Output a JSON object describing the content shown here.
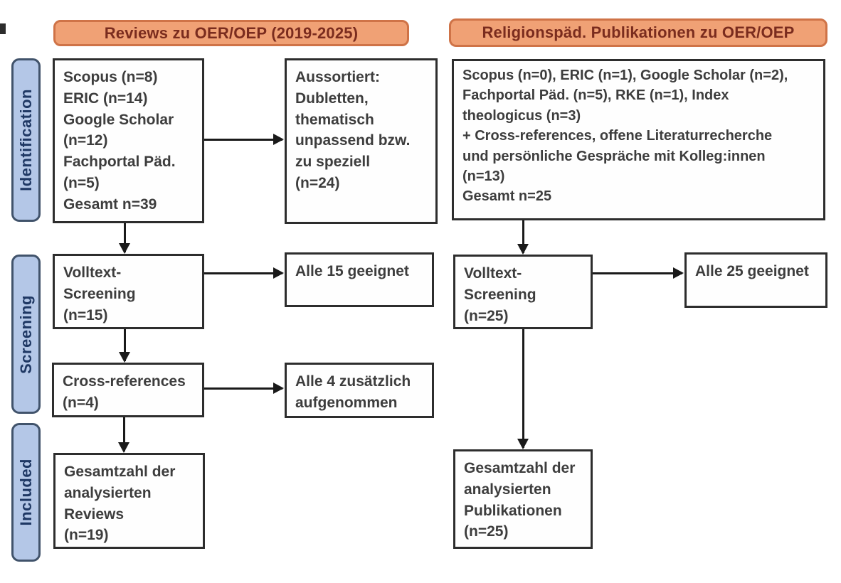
{
  "stages": {
    "identification": "Identification",
    "screening": "Screening",
    "included": "Included"
  },
  "columns": {
    "left": {
      "header": "Reviews zu OER/OEP (2019-2025)",
      "sources": "Scopus (n=8)\nERIC (n=14)\nGoogle Scholar\n(n=12)\nFachportal Päd.\n(n=5)\nGesamt n=39",
      "excluded": "Aussortiert:\nDubletten,\nthematisch\nunpassend bzw.\nzu speziell\n(n=24)",
      "fulltext": "Volltext-\nScreening\n(n=15)",
      "fulltext_result": "Alle 15 geeignet",
      "crossref": "Cross-references\n(n=4)",
      "crossref_result": "Alle 4 zusätzlich\naufgenommen",
      "total": "Gesamtzahl der\nanalysierten\nReviews\n(n=19)"
    },
    "right": {
      "header": "Religionspäd. Publikationen zu OER/OEP",
      "sources": "Scopus (n=0), ERIC (n=1), Google Scholar (n=2),\nFachportal Päd. (n=5), RKE (n=1), Index\ntheologicus (n=3)\n+ Cross-references, offene Literaturrecherche\nund persönliche Gespräche mit Kolleg:innen\n(n=13)\nGesamt n=25",
      "fulltext": "Volltext-\nScreening\n(n=25)",
      "fulltext_result": "Alle 25 geeignet",
      "total": "Gesamtzahl der\nanalysierten\nPublikationen\n(n=25)"
    }
  },
  "colors": {
    "header_fill": "#f0a175",
    "header_border": "#cf7347",
    "header_text": "#7a2c1e",
    "stage_fill": "#b4c7e7",
    "stage_border": "#41536b",
    "stage_text": "#1f3864",
    "box_border": "#2d2d2d",
    "box_text": "#3d3d3d",
    "arrow": "#1a1a1a"
  }
}
